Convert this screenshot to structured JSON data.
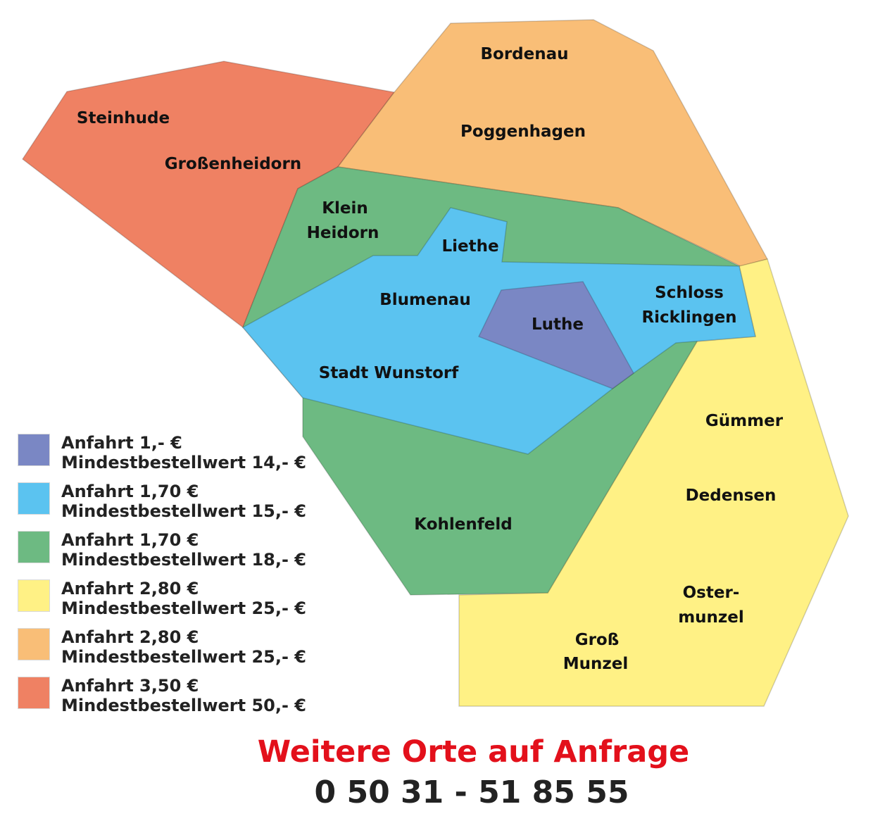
{
  "colors": {
    "purple": "#7A87C4",
    "blue": "#5BC3F0",
    "green": "#6DBA82",
    "yellow": "#FFF185",
    "orange": "#F9BE77",
    "red": "#EF8163"
  },
  "places": {
    "bordenau": "Bordenau",
    "poggenhagen": "Poggenhagen",
    "steinhude": "Steinhude",
    "grossenheidorn": "Großenheidorn",
    "klein1": "Klein",
    "klein2": "Heidorn",
    "liethe": "Liethe",
    "blumenau": "Blumenau",
    "luthe": "Luthe",
    "schloss1": "Schloss",
    "schloss2": "Ricklingen",
    "stadt": "Stadt Wunstorf",
    "guemmer": "Gümmer",
    "dedensen": "Dedensen",
    "kohlenfeld": "Kohlenfeld",
    "oster1": "Oster-",
    "oster2": "munzel",
    "gross1": "Groß",
    "gross2": "Munzel"
  },
  "legend": [
    {
      "line1": "Anfahrt 1,- €",
      "line2": "Mindestbestellwert 14,- €",
      "color": "#7A87C4"
    },
    {
      "line1": "Anfahrt 1,70 €",
      "line2": "Mindestbestellwert 15,- €",
      "color": "#5BC3F0"
    },
    {
      "line1": "Anfahrt 1,70 €",
      "line2": "Mindestbestellwert 18,- €",
      "color": "#6DBA82"
    },
    {
      "line1": "Anfahrt 2,80 €",
      "line2": "Mindestbestellwert 25,- €",
      "color": "#FFF185"
    },
    {
      "line1": "Anfahrt 2,80 €",
      "line2": "Mindestbestellwert 25,- €",
      "color": "#F9BE77"
    },
    {
      "line1": "Anfahrt 3,50 €",
      "line2": "Mindestbestellwert 50,- €",
      "color": "#EF8163"
    }
  ],
  "footer": {
    "note": "Weitere Orte auf Anfrage",
    "phone": "0 50 31 - 51 85 55"
  }
}
